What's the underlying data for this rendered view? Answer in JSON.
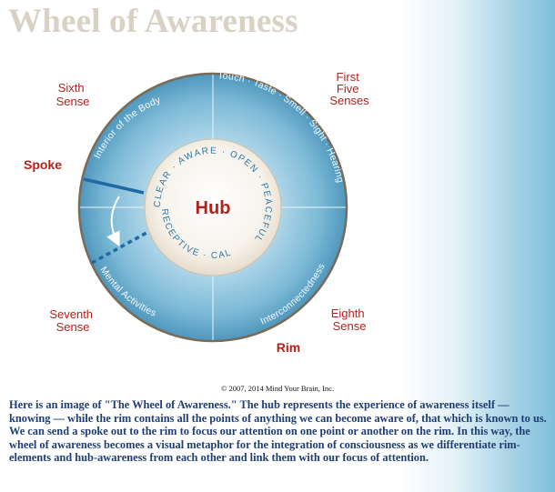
{
  "title": "Wheel of Awareness",
  "labels": {
    "sixth_sense": [
      "Sixth",
      "Sense"
    ],
    "first_five_senses": [
      "First",
      "Five",
      "Senses"
    ],
    "seventh_sense": [
      "Seventh",
      "Sense"
    ],
    "eighth_sense": [
      "Eighth",
      "Sense"
    ],
    "spoke": "Spoke",
    "rim": "Rim",
    "hub": "Hub"
  },
  "rim_text": {
    "interior_body": "Interior of the Body",
    "five_senses": "Touch · Taste · Smell · Sight · Hearing",
    "mental_activities": "Mental Activities",
    "interconnectedness": "Interconnectedness"
  },
  "hub_ring_text": {
    "upper": "CLEAR · AWARE · OPEN · PEACEFUL",
    "lower": "RECEPTIVE · CALM ·"
  },
  "colors": {
    "title": "#d9d2c4",
    "label_red": "#b3221b",
    "caption_blue": "#1f3e73",
    "rim_blue": "#7cb9d6",
    "hub_beige": "#ece4d6",
    "spoke_blue": "#1f6aa5"
  },
  "copyright": "© 2007, 2014 Mind Your Brain, Inc.",
  "caption": "Here is an image of \"The Wheel of Awareness.\" The hub represents the experience of awareness itself — knowing — while the rim contains all the points of anything we can become aware of, that which is known to us. We can send a spoke out to the rim to focus our attention on one point or another on the rim. In this way, the wheel of awareness becomes a visual metaphor for the integration of consciousness as we differentiate rim-elements and hub-awareness from each other and link them with our focus of attention."
}
